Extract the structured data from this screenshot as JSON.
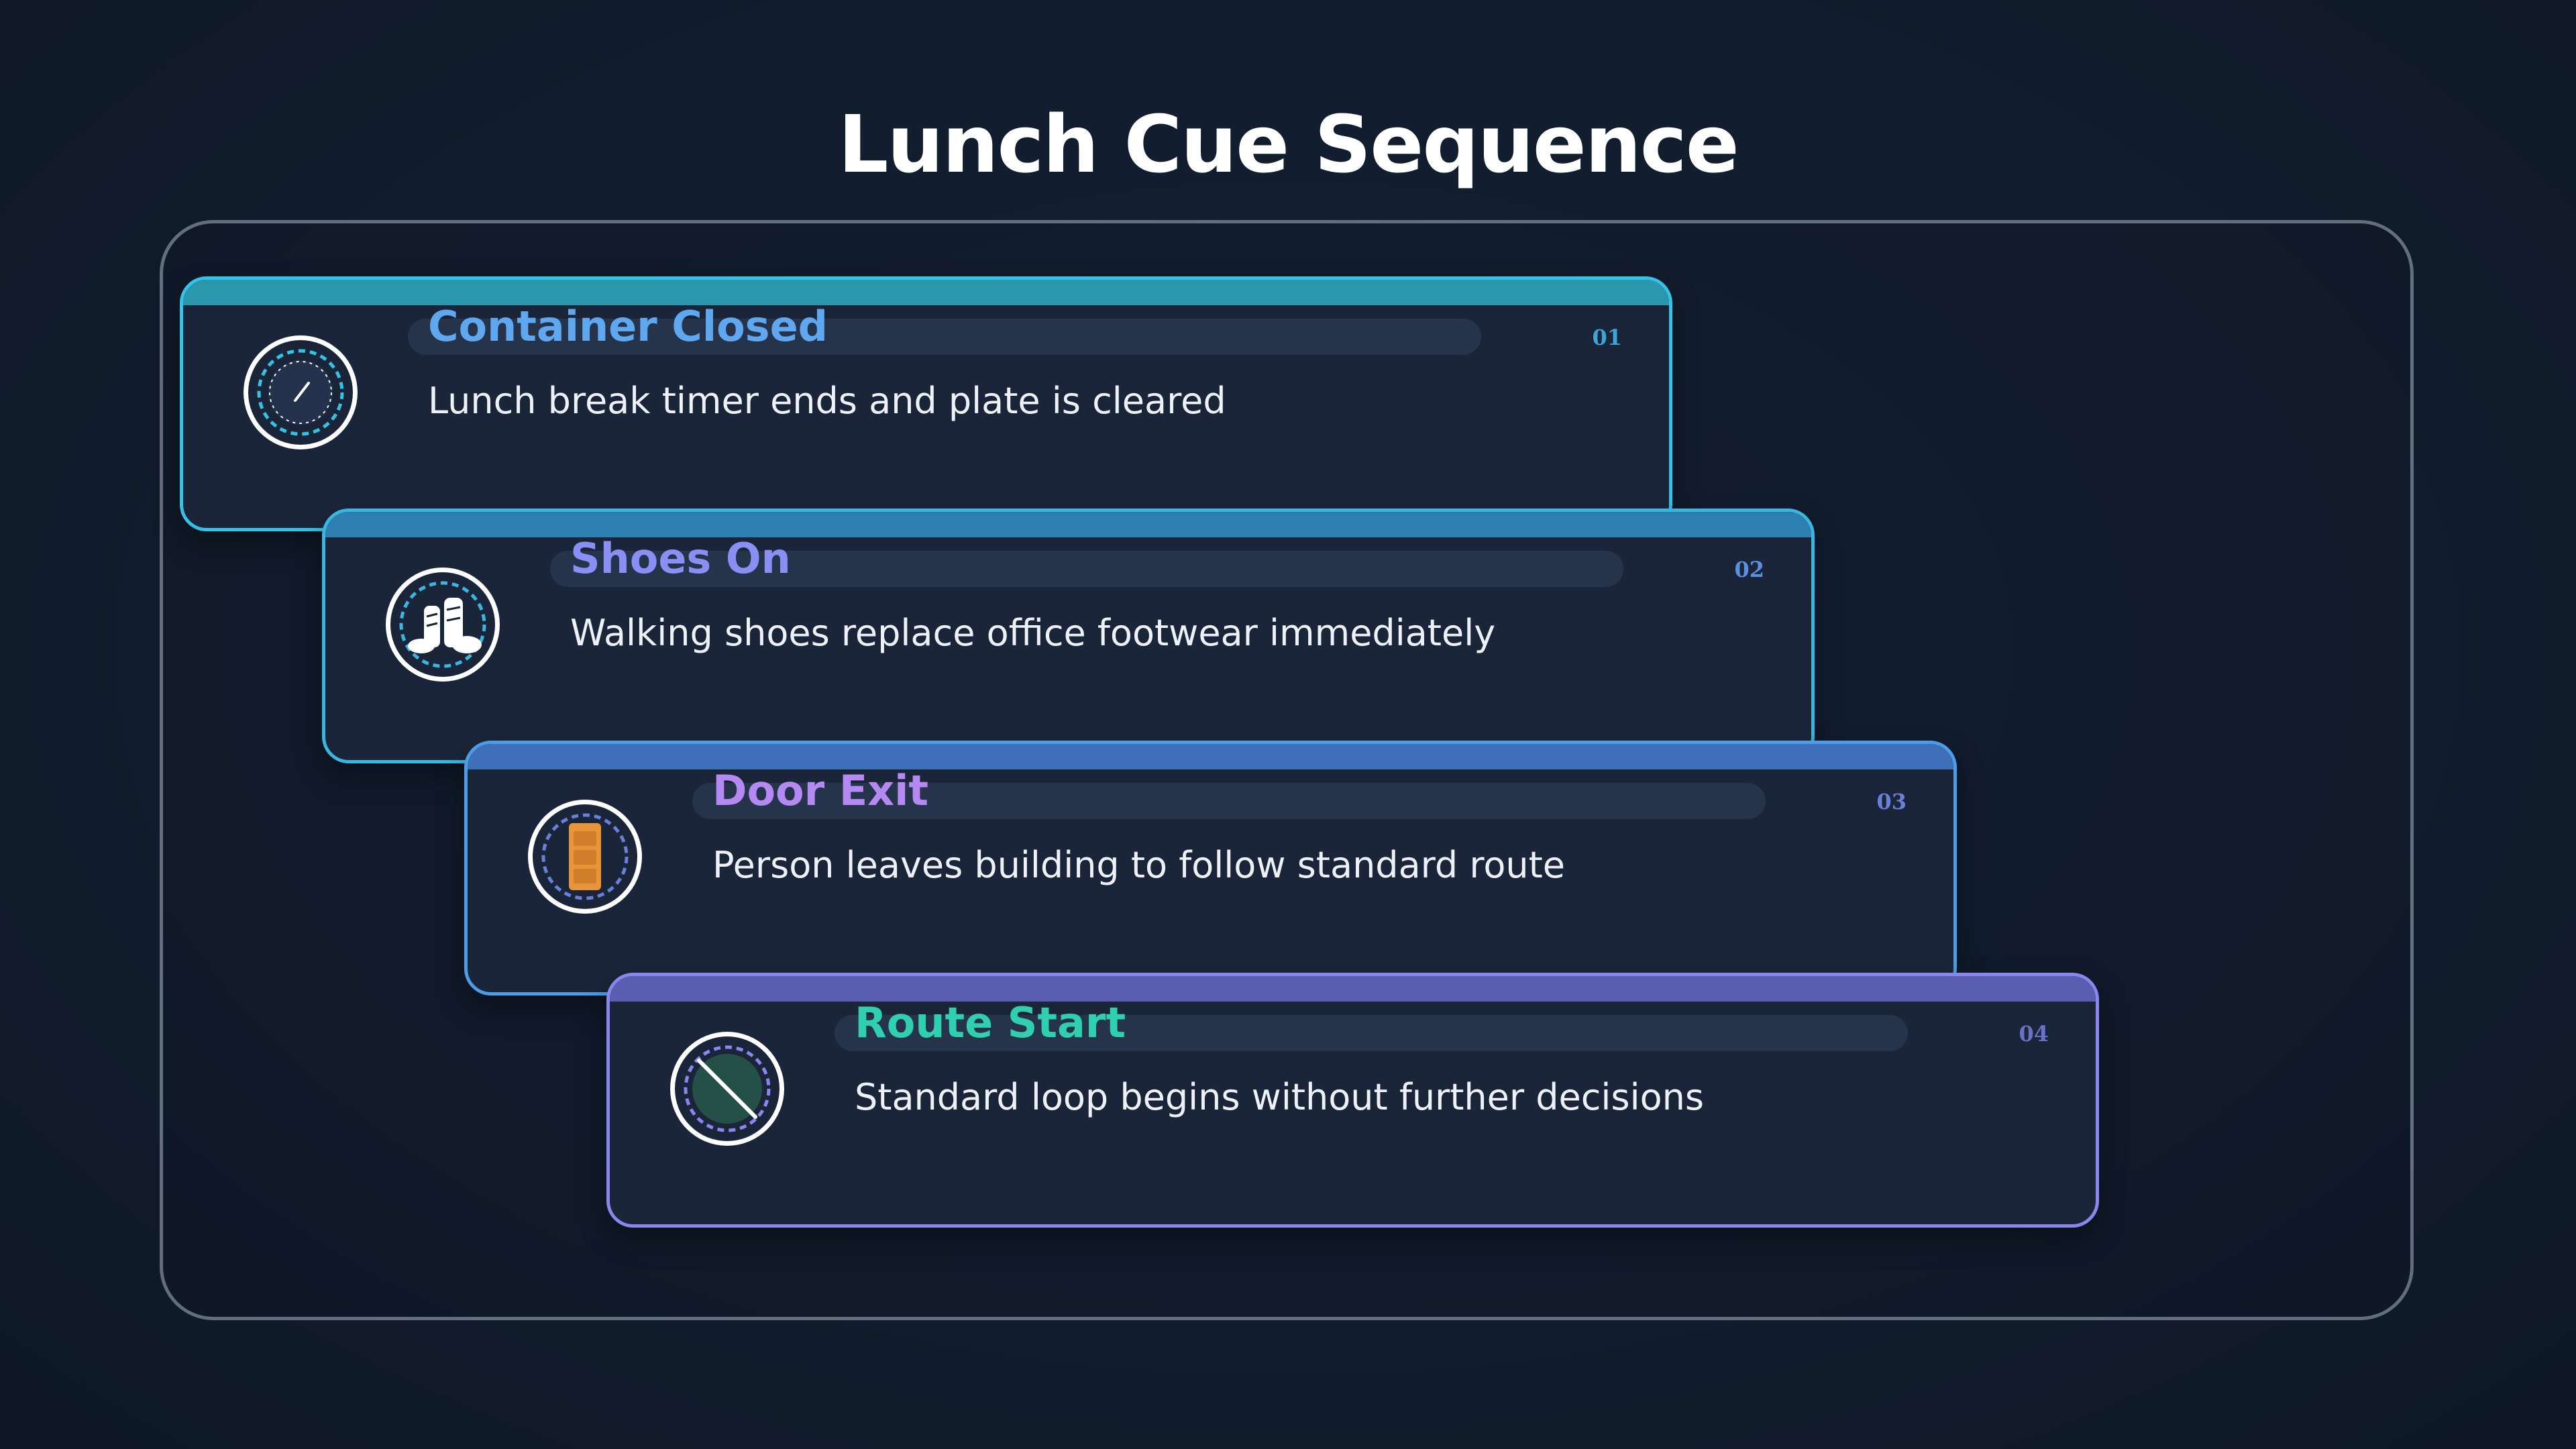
{
  "title": "Lunch Cue Sequence",
  "steps": [
    {
      "number": "01",
      "title": "Container Closed",
      "description": "Lunch break timer ends and plate is cleared",
      "icon": "timer-dial-icon",
      "border_color": "#34c3e6",
      "bar_color": "#2b97ad",
      "title_color": "#5fa8f0",
      "number_color": "#3aa7d6"
    },
    {
      "number": "02",
      "title": "Shoes On",
      "description": "Walking shoes replace office footwear immediately",
      "icon": "walking-shoes-icon",
      "border_color": "#3ab6e0",
      "bar_color": "#2d7fb0",
      "title_color": "#8a8ff3",
      "number_color": "#5b8fe0"
    },
    {
      "number": "03",
      "title": "Door Exit",
      "description": "Person leaves building to follow standard route",
      "icon": "door-icon",
      "border_color": "#4a9de6",
      "bar_color": "#3e6fb8",
      "title_color": "#b48af2",
      "number_color": "#6a7fd8"
    },
    {
      "number": "04",
      "title": "Route Start",
      "description": "Standard loop begins without further decisions",
      "icon": "no-decision-icon",
      "border_color": "#8a86ee",
      "bar_color": "#5a5db0",
      "title_color": "#2fcfb0",
      "number_color": "#6a72c8"
    }
  ]
}
